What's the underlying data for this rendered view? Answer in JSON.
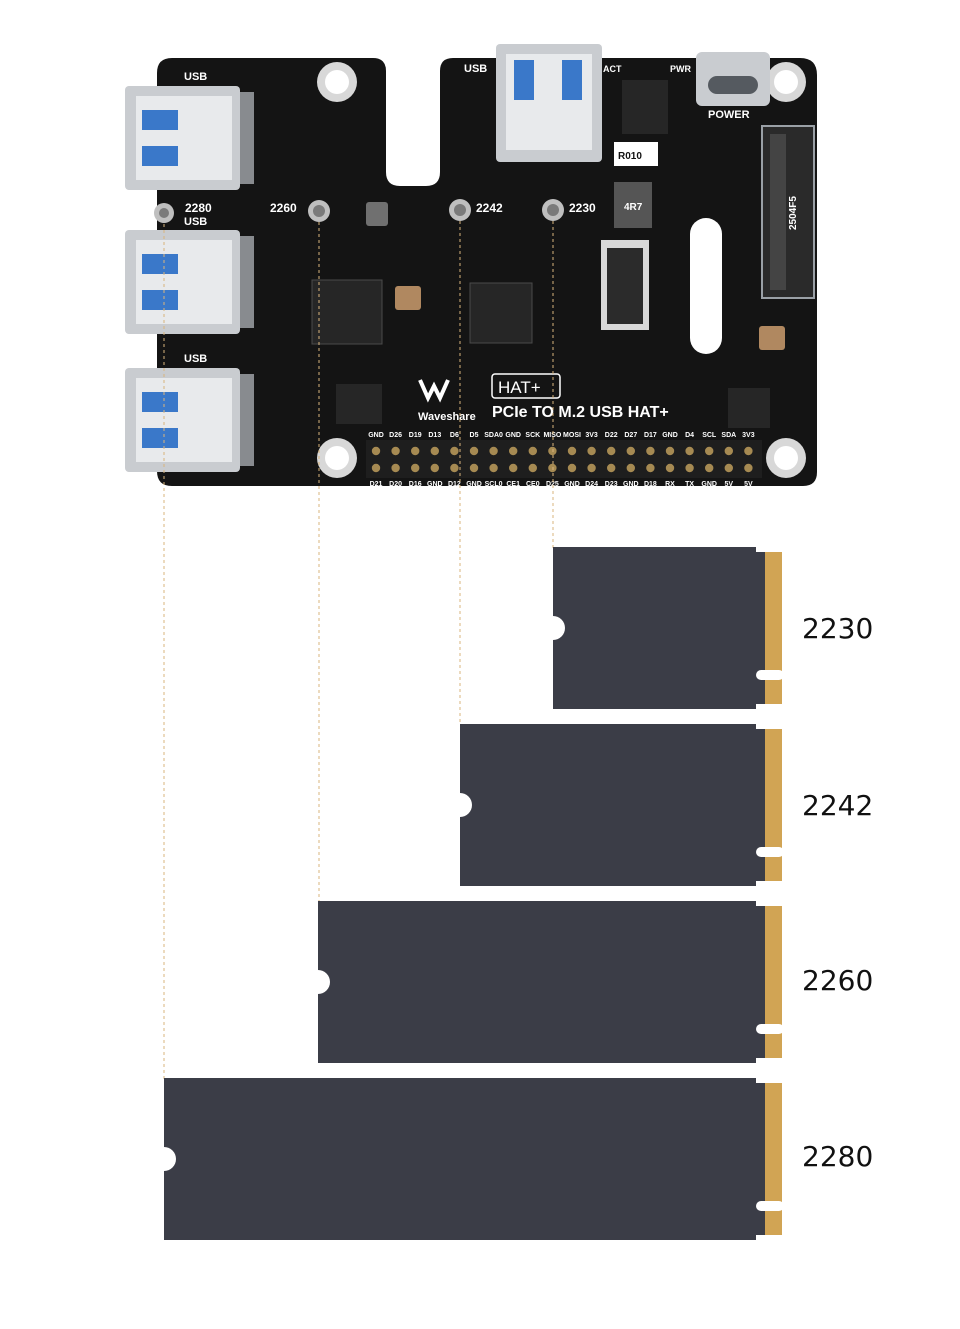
{
  "board": {
    "brand": "Waveshare",
    "badge": "HAT+",
    "product": "PCIe TO M.2 USB HAT+",
    "slot_labels": [
      "2280",
      "2260",
      "2242",
      "2230"
    ],
    "usb_label": "USB",
    "power_label": "POWER",
    "act_label": "ACT",
    "pwr_label": "PWR",
    "inductor_label": "4R7",
    "resistor_label": "R010",
    "m2_slot_code": "2504F5",
    "pins_top": [
      "GND",
      "D26",
      "D19",
      "D13",
      "D6",
      "D5",
      "SDA0",
      "GND",
      "SCK",
      "MISO",
      "MOSI",
      "3V3",
      "D22",
      "D27",
      "D17",
      "GND",
      "D4",
      "SCL",
      "SDA",
      "3V3"
    ],
    "pins_bottom": [
      "D21",
      "D20",
      "D16",
      "GND",
      "D12",
      "GND",
      "SCL0",
      "CE1",
      "CE0",
      "D25",
      "GND",
      "D24",
      "D23",
      "GND",
      "D18",
      "RX",
      "TX",
      "GND",
      "5V",
      "5V"
    ]
  },
  "cards": [
    {
      "label": "2230"
    },
    {
      "label": "2242"
    },
    {
      "label": "2260"
    },
    {
      "label": "2280"
    }
  ],
  "colors": {
    "board": "#141414",
    "card": "#3b3d47",
    "gold": "#d1a454",
    "guide": "#d9b47c",
    "metal": "#c9ccd0",
    "usb_blue": "#3a78c9"
  }
}
